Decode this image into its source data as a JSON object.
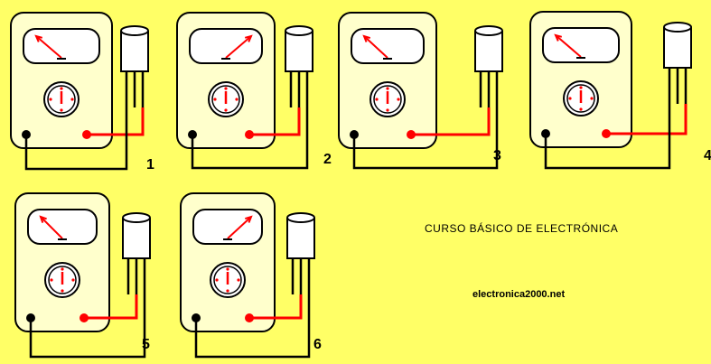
{
  "title": "CURSO BÁSICO DE ELECTRÓNICA",
  "website": "electronica2000.net",
  "tests": [
    {
      "number": "1",
      "needle": "left"
    },
    {
      "number": "2",
      "needle": "right"
    },
    {
      "number": "3",
      "needle": "left"
    },
    {
      "number": "4",
      "needle": "left"
    },
    {
      "number": "5",
      "needle": "left"
    },
    {
      "number": "6",
      "needle": "right"
    }
  ],
  "colors": {
    "background": "#FFFF66",
    "meter_body": "#FFFFCC",
    "probe_red": "#FF0000",
    "probe_black": "#000000"
  }
}
